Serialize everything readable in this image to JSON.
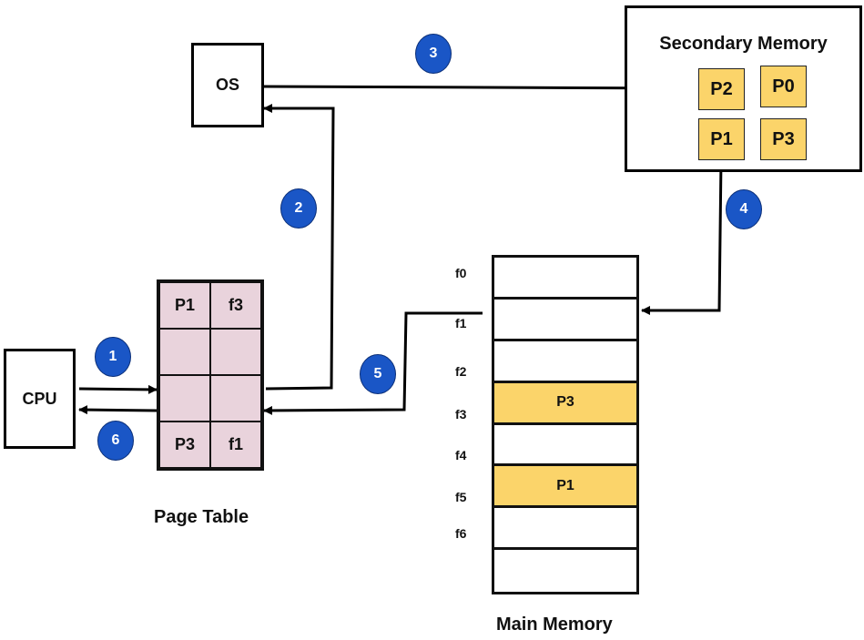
{
  "os": {
    "label": "OS"
  },
  "cpu": {
    "label": "CPU"
  },
  "secondary_memory": {
    "title": "Secondary Memory",
    "pages": [
      "P2",
      "P0",
      "P1",
      "P3"
    ]
  },
  "page_table": {
    "caption": "Page Table",
    "rows": [
      {
        "page": "P1",
        "frame": "f3"
      },
      {
        "page": "",
        "frame": ""
      },
      {
        "page": "",
        "frame": ""
      },
      {
        "page": "P3",
        "frame": "f1"
      }
    ]
  },
  "main_memory": {
    "caption": "Main Memory",
    "frames": [
      {
        "label": "f0",
        "content": ""
      },
      {
        "label": "f1",
        "content": ""
      },
      {
        "label": "f2",
        "content": ""
      },
      {
        "label": "f3",
        "content": "P3"
      },
      {
        "label": "f4",
        "content": ""
      },
      {
        "label": "f5",
        "content": "P1"
      },
      {
        "label": "f6",
        "content": ""
      },
      {
        "label": "",
        "content": ""
      }
    ]
  },
  "steps": [
    "1",
    "2",
    "3",
    "4",
    "5",
    "6"
  ],
  "colors": {
    "page_fill": "#fbd46a",
    "page_table_fill": "#e9d3dc",
    "badge": "#1a56c6"
  }
}
